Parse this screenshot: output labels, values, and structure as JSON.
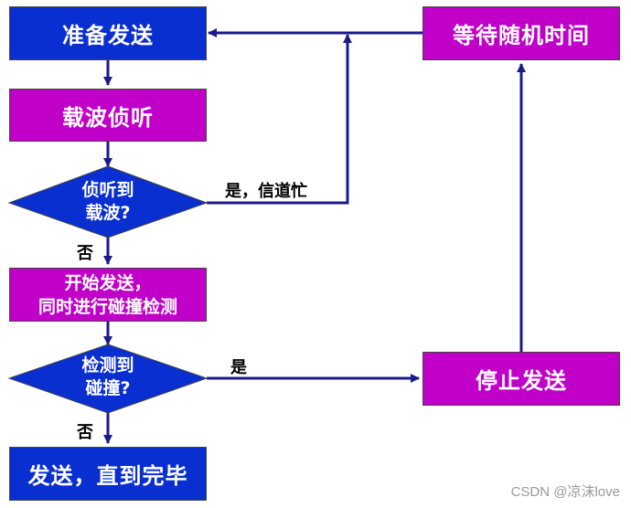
{
  "nodes": {
    "prepare": "准备发送",
    "wait": "等待随机时间",
    "listen": "载波侦听",
    "detect_carrier_q": [
      "侦听到",
      "载波?"
    ],
    "start_send": [
      "开始发送，",
      "同时进行碰撞检测"
    ],
    "collision_q": [
      "检测到",
      "碰撞?"
    ],
    "stop": "停止发送",
    "done": "发送，直到完毕"
  },
  "edges": {
    "busy": "是，信道忙",
    "no1": "否",
    "yes_collision": "是",
    "no2": "否"
  },
  "colors": {
    "blue_box": "#0a2fd0",
    "magenta_box": "#c000c8",
    "arrow": "#1a1a8c"
  },
  "watermark": "CSDN @凉沫love"
}
